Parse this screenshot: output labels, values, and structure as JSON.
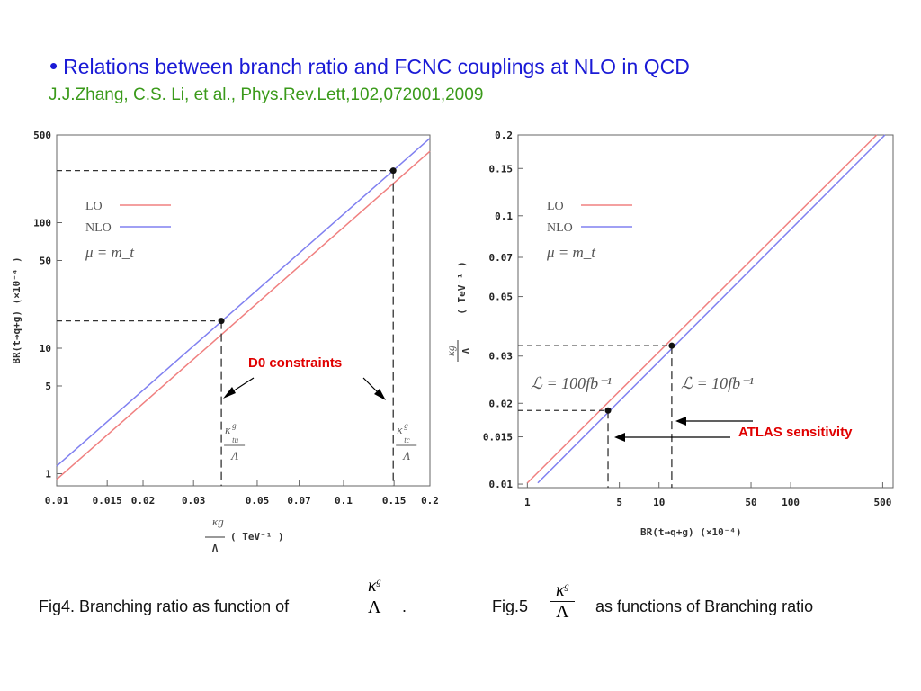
{
  "title": "Relations between branch ratio and FCNC couplings  at NLO in QCD",
  "citation": "J.J.Zhang, C.S. Li, et al.,  Phys.Rev.Lett,102,072001,2009",
  "captions": {
    "fig4_text": "Fig4. Branching ratio as function of",
    "fig4_end": ".",
    "fig5_label": "Fig.5",
    "fig5_text": "as functions of Branching ratio",
    "frac_num": "κ",
    "frac_sup": "g",
    "frac_den": "Λ"
  },
  "chart_data": [
    {
      "type": "line",
      "name": "fig4",
      "xscale": "log",
      "yscale": "log",
      "xlim": [
        0.01,
        0.2
      ],
      "ylim": [
        0.8,
        500
      ],
      "xticks": [
        {
          "v": 0.01,
          "t": "0.01"
        },
        {
          "v": 0.015,
          "t": "0.015"
        },
        {
          "v": 0.02,
          "t": "0.02"
        },
        {
          "v": 0.03,
          "t": "0.03"
        },
        {
          "v": 0.05,
          "t": "0.05"
        },
        {
          "v": 0.07,
          "t": "0.07"
        },
        {
          "v": 0.1,
          "t": "0.1"
        },
        {
          "v": 0.15,
          "t": "0.15"
        },
        {
          "v": 0.2,
          "t": "0.2"
        }
      ],
      "yticks": [
        {
          "v": 1,
          "t": "1"
        },
        {
          "v": 5,
          "t": "5"
        },
        {
          "v": 10,
          "t": "10"
        },
        {
          "v": 50,
          "t": "50"
        },
        {
          "v": 100,
          "t": "100"
        },
        {
          "v": 500,
          "t": "500"
        }
      ],
      "xlabel_num": "κg",
      "xlabel_den": "Λ",
      "xlabel_unit": "( TeV⁻¹ )",
      "ylabel": "BR(t→q+g)   (×10⁻⁴ )",
      "series": [
        {
          "name": "LO",
          "color": "#f08080",
          "x": [
            0.01,
            0.2
          ],
          "y": [
            0.9,
            370
          ]
        },
        {
          "name": "NLO",
          "color": "#8080f0",
          "x": [
            0.01,
            0.2
          ],
          "y": [
            1.15,
            470
          ]
        }
      ],
      "points": [
        {
          "x": 0.0375,
          "y": 16.5
        },
        {
          "x": 0.149,
          "y": 260
        }
      ],
      "legend_position": "top-left",
      "legend_extra": "μ = m_t",
      "vline_labels": [
        {
          "num": "κ",
          "sup": "g",
          "sub": "tu",
          "den": "Λ"
        },
        {
          "num": "κ",
          "sup": "g",
          "sub": "tc",
          "den": "Λ"
        }
      ],
      "annotation": "D0 constraints"
    },
    {
      "type": "line",
      "name": "fig5",
      "xscale": "log",
      "yscale": "log",
      "xlim": [
        0.85,
        600
      ],
      "ylim": [
        0.0097,
        0.2
      ],
      "xticks": [
        {
          "v": 1,
          "t": "1"
        },
        {
          "v": 5,
          "t": "5"
        },
        {
          "v": 10,
          "t": "10"
        },
        {
          "v": 50,
          "t": "50"
        },
        {
          "v": 100,
          "t": "100"
        },
        {
          "v": 500,
          "t": "500"
        }
      ],
      "yticks": [
        {
          "v": 0.01,
          "t": "0.01"
        },
        {
          "v": 0.015,
          "t": "0.015"
        },
        {
          "v": 0.02,
          "t": "0.02"
        },
        {
          "v": 0.03,
          "t": "0.03"
        },
        {
          "v": 0.05,
          "t": "0.05"
        },
        {
          "v": 0.07,
          "t": "0.07"
        },
        {
          "v": 0.1,
          "t": "0.1"
        },
        {
          "v": 0.15,
          "t": "0.15"
        },
        {
          "v": 0.2,
          "t": "0.2"
        }
      ],
      "xlabel": "BR(t→q+g)   (×10⁻⁴)",
      "ylabel_num": "κg",
      "ylabel_den": "Λ",
      "ylabel_unit": "( TeV⁻¹ )",
      "series": [
        {
          "name": "LO",
          "color": "#f08080",
          "x": [
            1.0,
            450
          ],
          "y": [
            0.0101,
            0.2
          ]
        },
        {
          "name": "NLO",
          "color": "#8080f0",
          "x": [
            1.2,
            520
          ],
          "y": [
            0.0101,
            0.2
          ]
        }
      ],
      "points": [
        {
          "x": 4.1,
          "y": 0.0188
        },
        {
          "x": 12.5,
          "y": 0.0328
        }
      ],
      "legend_position": "top-left",
      "legend_extra": "μ = m_t",
      "lumi_labels": [
        "ℒ = 100fb⁻¹",
        "ℒ = 10fb⁻¹"
      ],
      "annotation": "ATLAS sensitivity"
    }
  ]
}
